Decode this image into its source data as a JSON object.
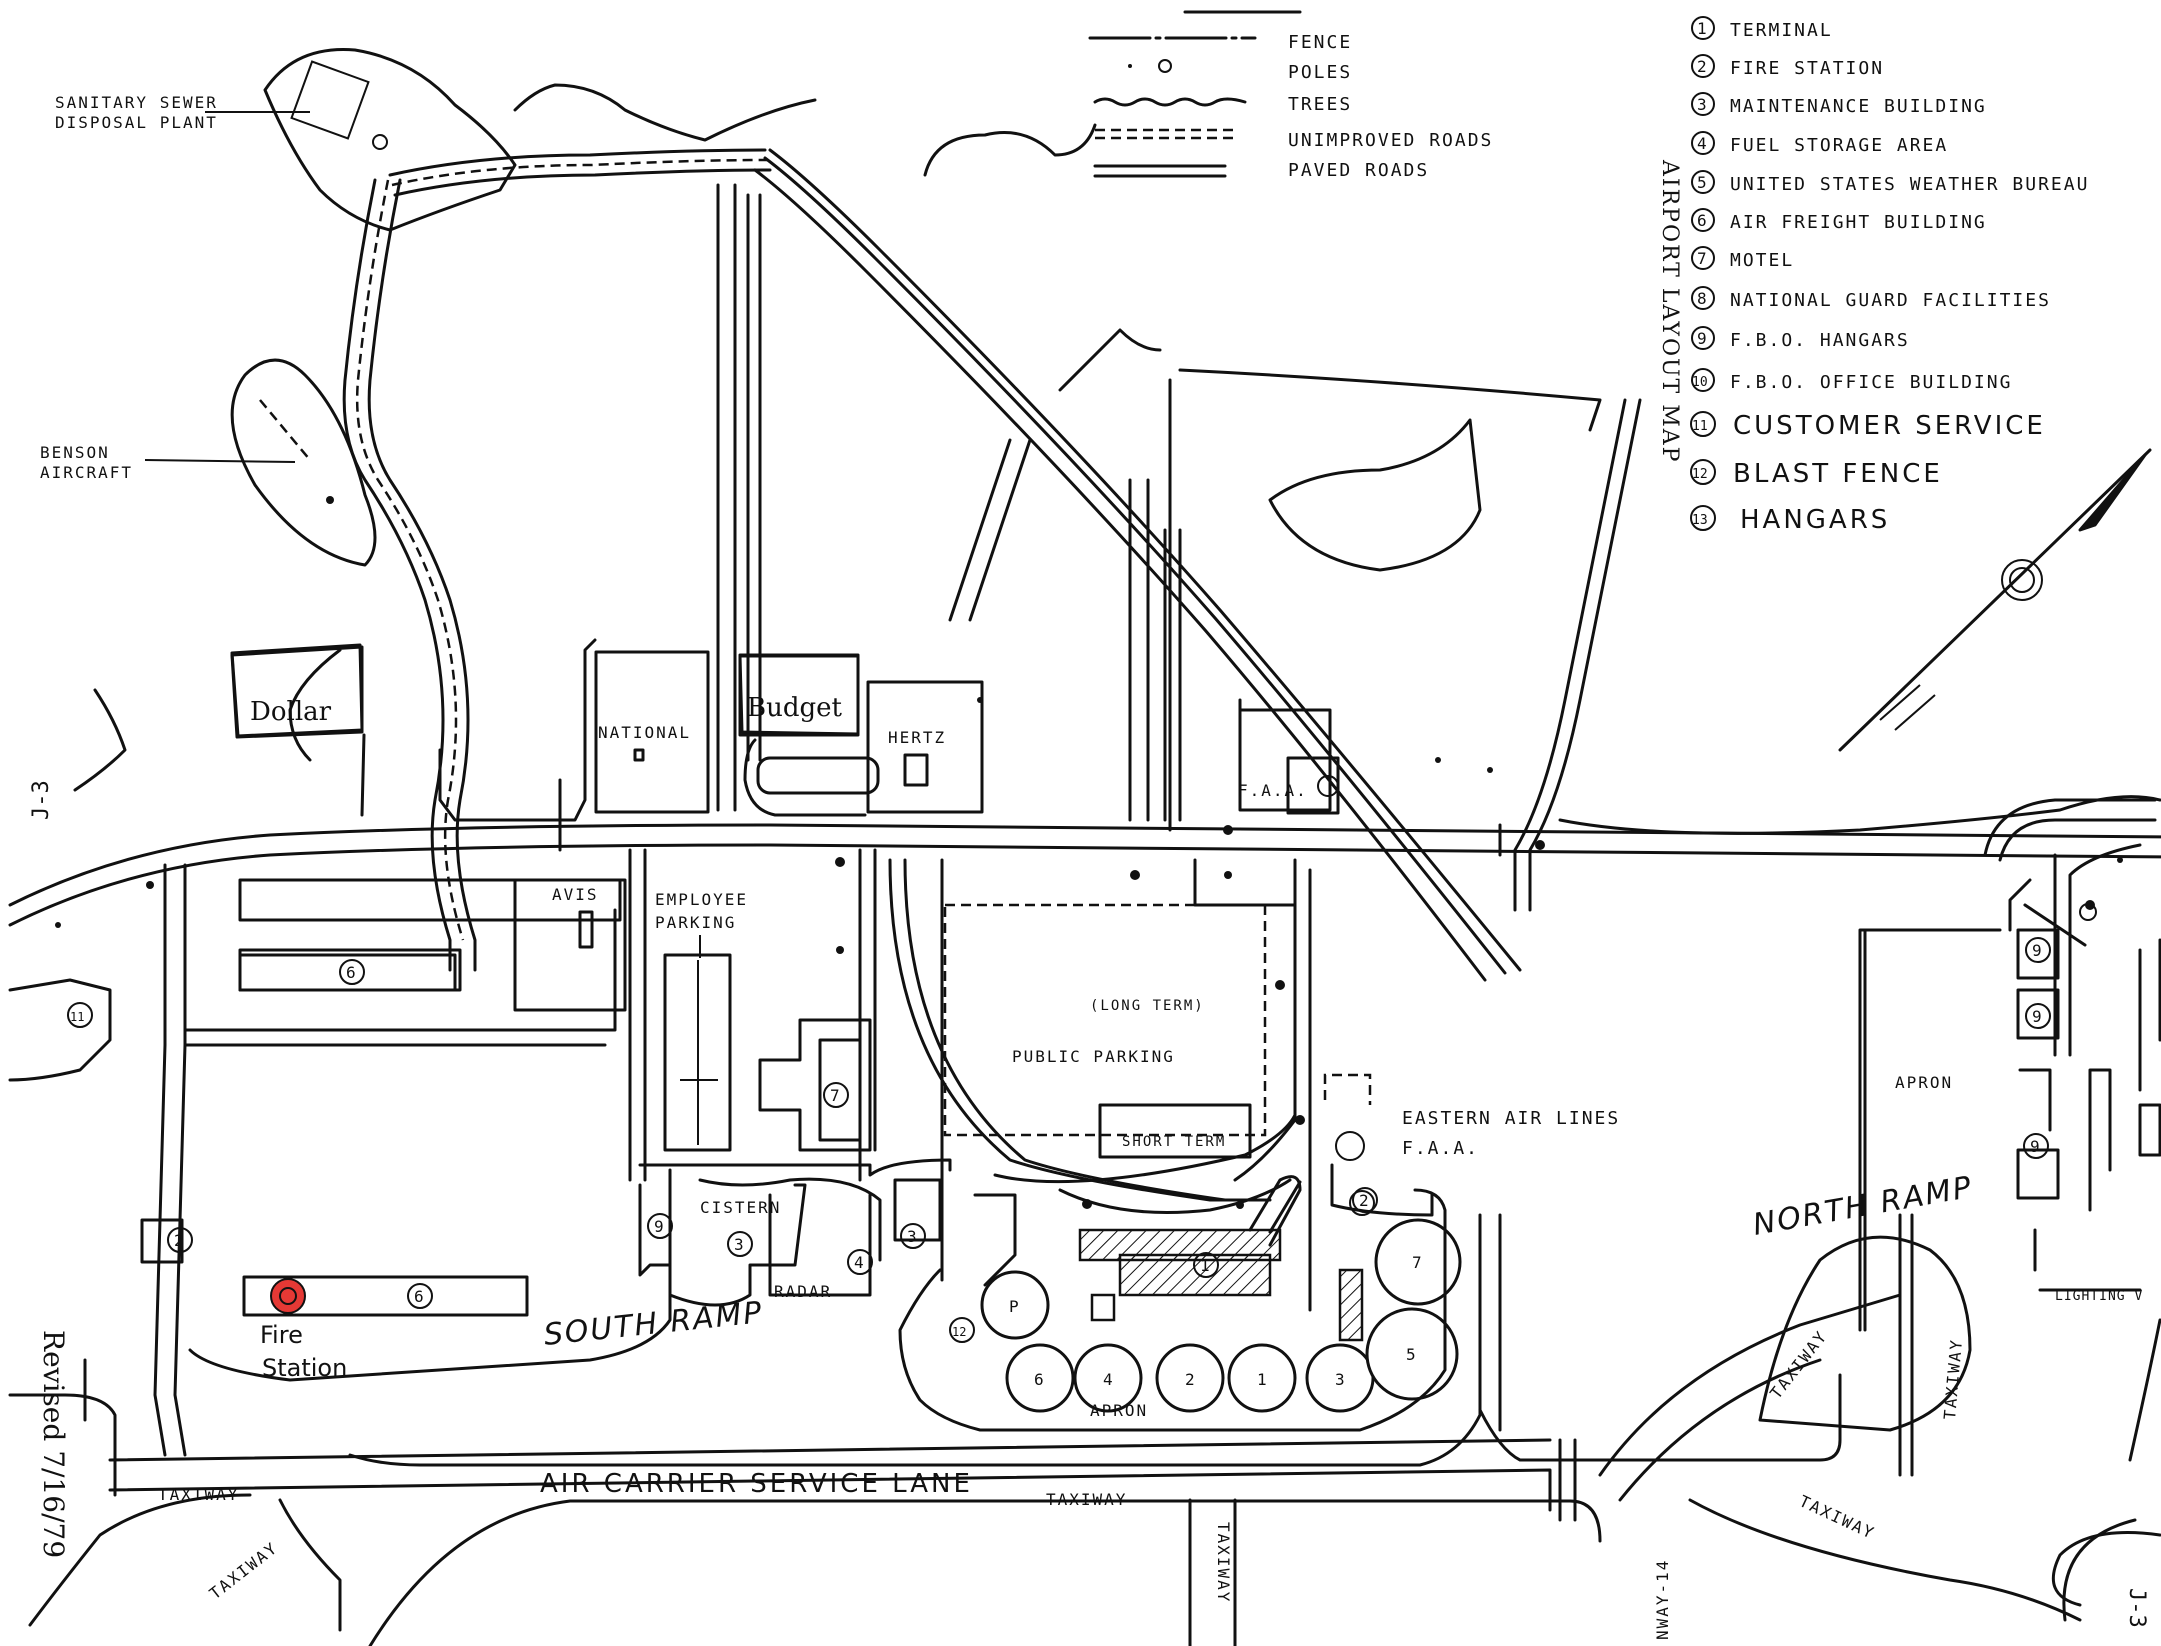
{
  "map": {
    "title": "AIRPORT LAYOUT MAP",
    "revised": "Revised 7/16/79"
  },
  "legend": {
    "symbols": [
      {
        "label": "FENCE"
      },
      {
        "label": "POLES"
      },
      {
        "label": "TREES"
      },
      {
        "label": "UNIMPROVED ROADS"
      },
      {
        "label": "PAVED ROADS"
      }
    ],
    "numbered": [
      {
        "num": "1",
        "label": "TERMINAL"
      },
      {
        "num": "2",
        "label": "FIRE STATION"
      },
      {
        "num": "3",
        "label": "MAINTENANCE BUILDING"
      },
      {
        "num": "4",
        "label": "FUEL STORAGE AREA"
      },
      {
        "num": "5",
        "label": "UNITED STATES WEATHER BUREAU"
      },
      {
        "num": "6",
        "label": "AIR FREIGHT BUILDING"
      },
      {
        "num": "7",
        "label": "MOTEL"
      },
      {
        "num": "8",
        "label": "NATIONAL GUARD FACILITIES"
      },
      {
        "num": "9",
        "label": "F.B.O. HANGARS"
      },
      {
        "num": "10",
        "label": "F.B.O. OFFICE BUILDING"
      },
      {
        "num": "11",
        "label": "CUSTOMER SERVICE"
      },
      {
        "num": "12",
        "label": "BLAST FENCE"
      },
      {
        "num": "13",
        "label": "HANGARS"
      }
    ]
  },
  "labels": {
    "sewer1": "SANITARY SEWER",
    "sewer2": "DISPOSAL PLANT",
    "benson1": "BENSON",
    "benson2": "AIRCRAFT",
    "dollar": "Dollar",
    "budget": "Budget",
    "national": "NATIONAL",
    "hertz": "HERTZ",
    "avis": "AVIS",
    "faa_top": "F.A.A.",
    "employee1": "EMPLOYEE",
    "employee2": "PARKING",
    "long_term": "(LONG TERM)",
    "public_parking": "PUBLIC PARKING",
    "short_term": "SHORT TERM",
    "eastern": "EASTERN AIR LINES",
    "faa_lower": "F.A.A.",
    "cistern": "CISTERN",
    "radar": "RADAR",
    "fire_station1": "Fire",
    "fire_station2": "Station",
    "south_ramp": "SOUTH RAMP",
    "north_ramp": "NORTH RAMP",
    "apron_south": "APRON",
    "apron_north": "APRON",
    "service_lane": "AIR CARRIER SERVICE LANE",
    "taxiway1": "TAXIWAY",
    "taxiway2": "TAXIWAY",
    "taxiway3": "TAXIWAY",
    "taxiway4": "TAXIWAY",
    "taxiway5": "TAXIWAY",
    "taxiway6": "TAXIWAY",
    "taxiway7": "TAXIWAY",
    "runway": "NWAY-14",
    "j3_left": "J-3",
    "j3_right": "J-3",
    "lighting": "LIGHTING V",
    "gate_P": "P",
    "gates": [
      "6",
      "4",
      "2",
      "1",
      "3",
      "5",
      "7"
    ],
    "bld_markers": [
      "6",
      "6",
      "11",
      "2",
      "7",
      "9",
      "3",
      "3",
      "4",
      "1",
      "2",
      "9",
      "9",
      "9",
      "12"
    ]
  },
  "colors": {
    "ink": "#111111",
    "fire_marker": "#e53935"
  },
  "north_arrow": "north-arrow-icon"
}
